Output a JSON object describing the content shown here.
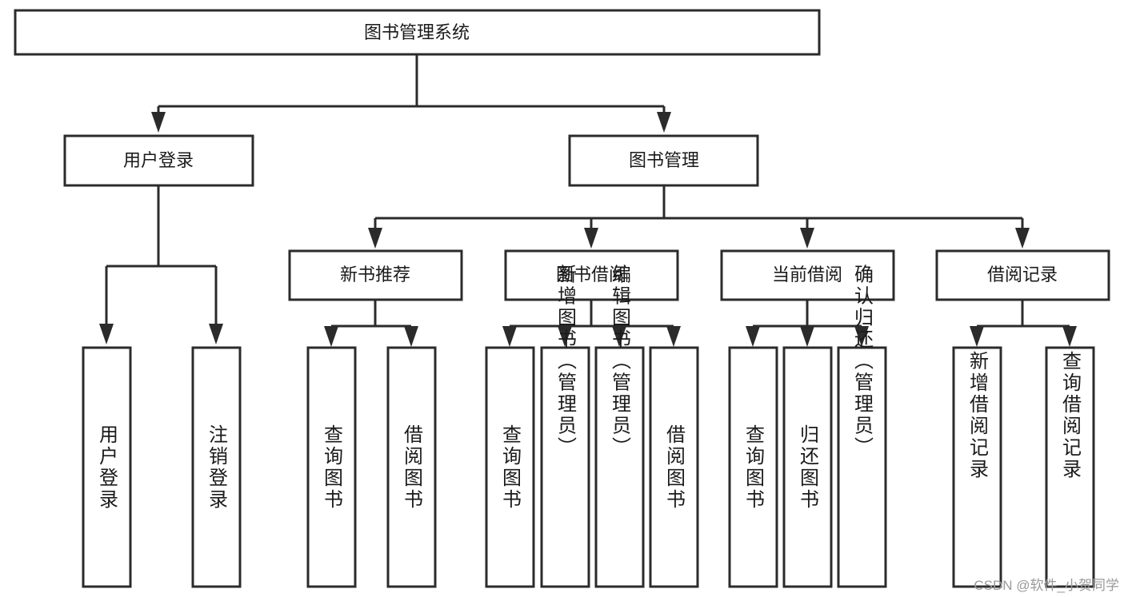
{
  "diagram": {
    "type": "tree-hierarchy-chart",
    "title": "图书管理系统",
    "watermark": "CSDN @软件_小贺同学",
    "root": {
      "id": "root",
      "label": "图书管理系统"
    },
    "level2": [
      {
        "id": "user-login",
        "label": "用户登录"
      },
      {
        "id": "book-manage",
        "label": "图书管理"
      }
    ],
    "level3": [
      {
        "id": "new-book-rec",
        "label": "新书推荐",
        "parent": "book-manage"
      },
      {
        "id": "book-borrow",
        "label": "图书借阅",
        "parent": "book-manage"
      },
      {
        "id": "current-borrow",
        "label": "当前借阅",
        "parent": "book-manage"
      },
      {
        "id": "borrow-record",
        "label": "借阅记录",
        "parent": "book-manage"
      }
    ],
    "leaves": [
      {
        "id": "leaf-1",
        "label": "用户登录",
        "parent": "user-login"
      },
      {
        "id": "leaf-2",
        "label": "注销登录",
        "parent": "user-login"
      },
      {
        "id": "leaf-3",
        "label": "查询图书",
        "parent": "new-book-rec"
      },
      {
        "id": "leaf-4",
        "label": "借阅图书",
        "parent": "new-book-rec"
      },
      {
        "id": "leaf-5",
        "label": "查询图书",
        "parent": "book-borrow"
      },
      {
        "id": "leaf-6",
        "label": "新增图书（管理员）",
        "parent": "book-borrow"
      },
      {
        "id": "leaf-7",
        "label": "编辑图书（管理员）",
        "parent": "book-borrow"
      },
      {
        "id": "leaf-8",
        "label": "借阅图书",
        "parent": "book-borrow"
      },
      {
        "id": "leaf-9",
        "label": "查询图书",
        "parent": "current-borrow"
      },
      {
        "id": "leaf-10",
        "label": "归还图书",
        "parent": "current-borrow"
      },
      {
        "id": "leaf-11",
        "label": "确认归还（管理员）",
        "parent": "current-borrow"
      },
      {
        "id": "leaf-12",
        "label": "新增借阅记录",
        "parent": "borrow-record"
      },
      {
        "id": "leaf-13",
        "label": "查询借阅记录",
        "parent": "borrow-record"
      }
    ],
    "colors": {
      "stroke": "#2b2b2b",
      "fill": "#ffffff",
      "text": "#1a1a1a",
      "watermark": "#9a9a9a"
    }
  }
}
